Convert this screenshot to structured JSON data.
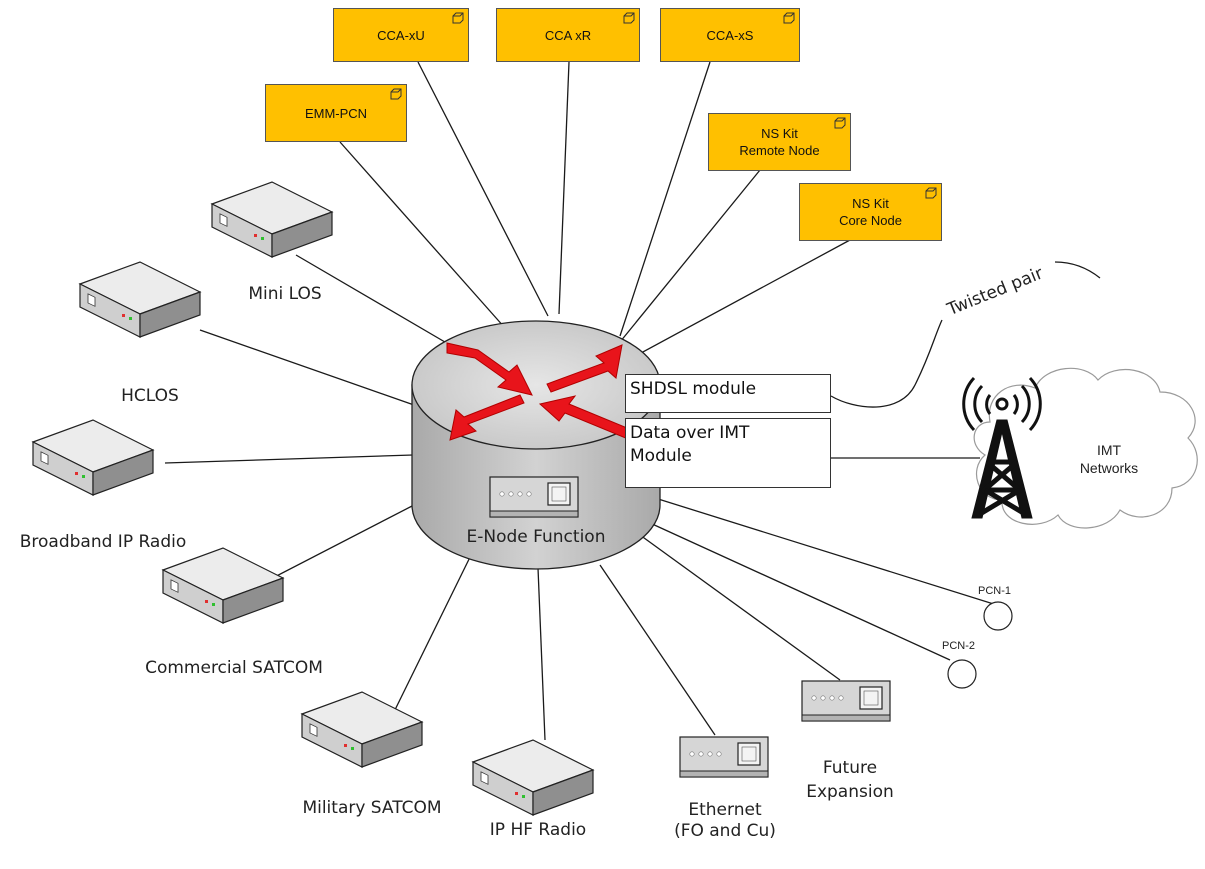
{
  "central_node": {
    "label": "E-Node Function"
  },
  "modules": [
    {
      "label": "SHDSL module"
    },
    {
      "label": "Data over IMT\nModule"
    }
  ],
  "packages": [
    {
      "label": "CCA-xU"
    },
    {
      "label": "CCA xR"
    },
    {
      "label": "CCA-xS"
    },
    {
      "label": "EMM-PCN"
    },
    {
      "label": "NS Kit\nRemote Node"
    },
    {
      "label": "NS Kit\nCore Node"
    }
  ],
  "devices": [
    {
      "label": "Mini LOS"
    },
    {
      "label": "HCLOS"
    },
    {
      "label": "Broadband IP Radio"
    },
    {
      "label": "Commercial SATCOM"
    },
    {
      "label": "Military SATCOM"
    },
    {
      "label": "IP HF Radio"
    },
    {
      "label": "Ethernet\n(FO and Cu)"
    },
    {
      "label": "Future\nExpansion"
    }
  ],
  "pcn_nodes": [
    {
      "label": "PCN-1"
    },
    {
      "label": "PCN-2"
    }
  ],
  "twisted_pair_label": "Twisted pair",
  "imt_cloud_label": "IMT\nNetworks",
  "colors": {
    "package_fill": "#ffc000",
    "arrow_red": "#e8141b",
    "cylinder_fill": "#c8c8c8",
    "device_fill": "#d9d9d9"
  }
}
